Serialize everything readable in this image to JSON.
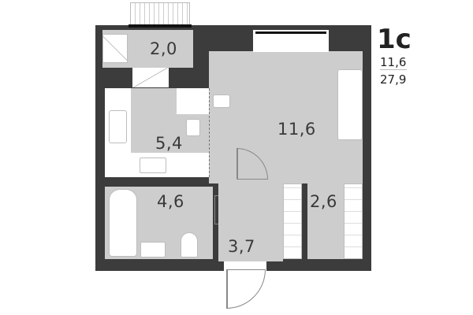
{
  "plan": {
    "type_label": "1с",
    "living_area": "11,6",
    "total_area": "27,9"
  },
  "rooms": {
    "balcony": {
      "area": "2,0"
    },
    "kitchen": {
      "area": "5,4"
    },
    "living_room": {
      "area": "11,6"
    },
    "bathroom": {
      "area": "4,6"
    },
    "hallway": {
      "area": "3,7"
    },
    "wardrobe": {
      "area": "2,6"
    }
  },
  "colors": {
    "wall": "#3c3c3c",
    "floor": "#cdcdcd",
    "fixture": "#ffffff",
    "text": "#3a3a3a"
  }
}
